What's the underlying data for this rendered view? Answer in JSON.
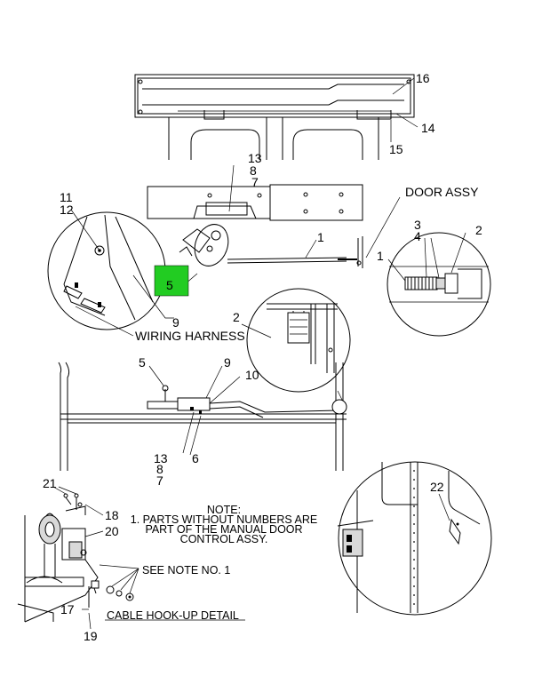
{
  "callouts": {
    "c16": "16",
    "c14": "14",
    "c15": "15",
    "c13a": "13",
    "c8a": "8",
    "c7a": "7",
    "c11": "11",
    "c12": "12",
    "c1a": "1",
    "c1b": "1",
    "c3": "3",
    "c4": "4",
    "c2a": "2",
    "c2b": "2",
    "c5a": "5",
    "c9a": "9",
    "c5b": "5",
    "c9b": "9",
    "c10": "10",
    "c13b": "13",
    "c6": "6",
    "c8b": "8",
    "c7b": "7",
    "c21": "21",
    "c18": "18",
    "c20": "20",
    "c17": "17",
    "c19": "19",
    "c22": "22"
  },
  "labels": {
    "door_assy": "DOOR ASSY",
    "wiring_harness": "WIRING HARNESS",
    "note_title": "NOTE:",
    "note_line1": "1. PARTS WITHOUT NUMBERS ARE",
    "note_line2": "PART OF THE MANUAL DOOR",
    "note_line3": "CONTROL ASSY.",
    "see_note": "SEE NOTE NO. 1",
    "cable_detail": "CABLE HOOK-UP DETAIL"
  },
  "highlight": {
    "color": "#22cc22",
    "label": "5"
  }
}
